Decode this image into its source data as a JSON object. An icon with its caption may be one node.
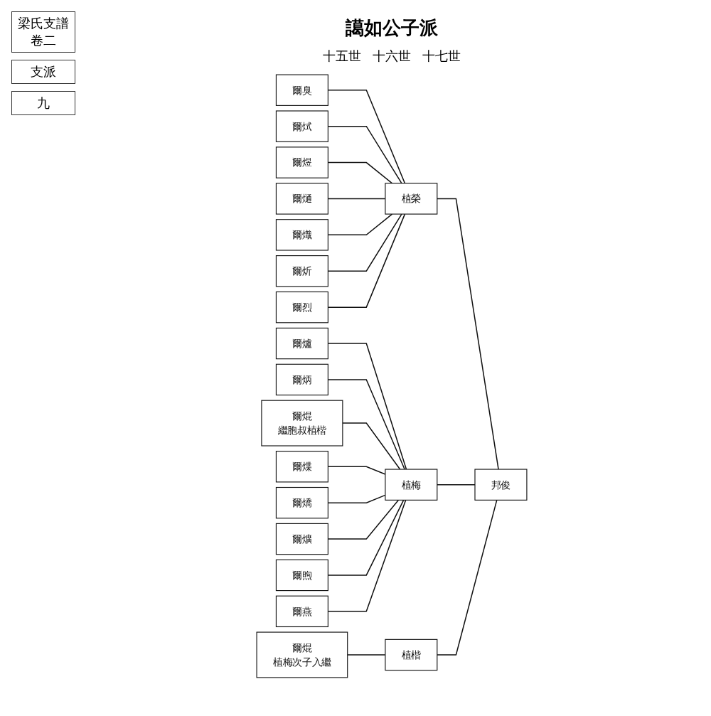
{
  "diagram": {
    "title": "譪如公子派",
    "nodes": [
      {
        "text": [
          "邦俊"
        ]
      },
      {
        "text": [
          "植榮"
        ]
      },
      {
        "text": [
          "植梅"
        ]
      },
      {
        "text": [
          "植楷"
        ]
      },
      {
        "text": [
          "爾臭"
        ]
      },
      {
        "text": [
          "爾烒"
        ]
      },
      {
        "text": [
          "爾煜"
        ]
      },
      {
        "text": [
          "爾熥"
        ]
      },
      {
        "text": [
          "爾熾"
        ]
      },
      {
        "text": [
          "爾炘"
        ]
      },
      {
        "text": [
          "爾烈"
        ]
      },
      {
        "text": [
          "爾爐"
        ]
      },
      {
        "text": [
          "爾炳"
        ]
      },
      {
        "text": [
          "爾焜",
          "繼胞叔植楷"
        ]
      },
      {
        "text": [
          "爾煠"
        ]
      },
      {
        "text": [
          "爾燆"
        ]
      },
      {
        "text": [
          "爾爌"
        ]
      },
      {
        "text": [
          "爾煦"
        ]
      },
      {
        "text": [
          "爾燕"
        ]
      },
      {
        "text": [
          "爾焜",
          "植梅次子入繼"
        ]
      }
    ],
    "edges": [
      {
        "from": 0,
        "to": 1,
        "arrow": "none"
      },
      {
        "from": 0,
        "to": 2,
        "arrow": "none"
      },
      {
        "from": 0,
        "to": 3,
        "arrow": "none"
      },
      {
        "from": 1,
        "to": 4,
        "arrow": "none"
      },
      {
        "from": 1,
        "to": 5,
        "arrow": "none"
      },
      {
        "from": 1,
        "to": 6,
        "arrow": "none"
      },
      {
        "from": 1,
        "to": 7,
        "arrow": "none"
      },
      {
        "from": 1,
        "to": 8,
        "arrow": "none"
      },
      {
        "from": 1,
        "to": 9,
        "arrow": "none"
      },
      {
        "from": 1,
        "to": 10,
        "arrow": "none"
      },
      {
        "from": 2,
        "to": 11,
        "arrow": "none"
      },
      {
        "from": 2,
        "to": 12,
        "arrow": "none"
      },
      {
        "from": 2,
        "to": 13,
        "arrow": "none"
      },
      {
        "from": 2,
        "to": 14,
        "arrow": "none"
      },
      {
        "from": 2,
        "to": 15,
        "arrow": "none"
      },
      {
        "from": 2,
        "to": 16,
        "arrow": "none"
      },
      {
        "from": 2,
        "to": 17,
        "arrow": "none"
      },
      {
        "from": 2,
        "to": 18,
        "arrow": "none"
      },
      {
        "from": 3,
        "to": 19,
        "arrow": "none"
      }
    ],
    "labels": [
      "十五世",
      "十六世",
      "十七世",
      "梁氏支譜卷二",
      "支派",
      "九"
    ]
  }
}
